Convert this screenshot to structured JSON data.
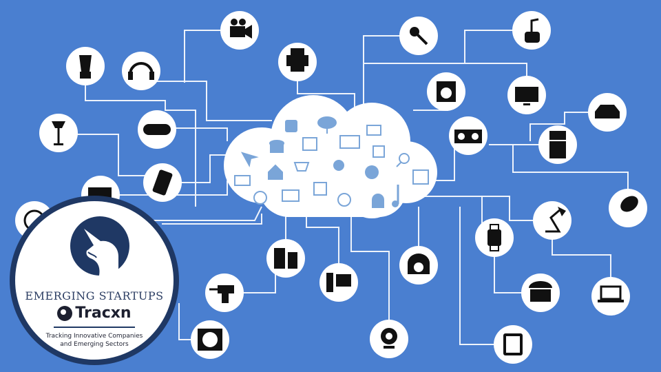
{
  "badge": {
    "headline": "EMERGING STARTUPS",
    "brand": "Tracxn",
    "tagline_line1": "Tracking Innovative Companies",
    "tagline_line2": "and Emerging Sectors"
  },
  "devices": [
    {
      "name": "blender-icon"
    },
    {
      "name": "headphones-icon"
    },
    {
      "name": "video-camera-icon"
    },
    {
      "name": "printer-icon"
    },
    {
      "name": "microphone-icon"
    },
    {
      "name": "vacuum-icon"
    },
    {
      "name": "washing-machine-icon"
    },
    {
      "name": "monitor-icon"
    },
    {
      "name": "car-icon"
    },
    {
      "name": "floor-lamp-icon"
    },
    {
      "name": "gamepad-icon"
    },
    {
      "name": "boombox-icon"
    },
    {
      "name": "refrigerator-icon"
    },
    {
      "name": "mobile-phone-icon"
    },
    {
      "name": "camera-icon"
    },
    {
      "name": "light-bulb-icon"
    },
    {
      "name": "clock-icon"
    },
    {
      "name": "desk-lamp-icon"
    },
    {
      "name": "smartwatch-icon"
    },
    {
      "name": "speakers-icon"
    },
    {
      "name": "scale-icon"
    },
    {
      "name": "desktop-computer-icon"
    },
    {
      "name": "drill-icon"
    },
    {
      "name": "telephone-icon"
    },
    {
      "name": "laptop-icon"
    },
    {
      "name": "fan-icon"
    },
    {
      "name": "webcam-icon"
    },
    {
      "name": "tablet-icon"
    }
  ],
  "cloud_icons": [
    "shopping-bag-icon",
    "download-icon",
    "image-icon",
    "database-icon",
    "touch-screen-icon",
    "monitor-cloud-icon",
    "cursor-icon",
    "edit-icon",
    "home-icon",
    "cart-icon",
    "location-pin-icon",
    "search-icon",
    "chat-icon",
    "calendar-icon",
    "mail-icon",
    "chip-icon",
    "film-icon",
    "ghost-icon",
    "music-note-icon",
    "clock-small-icon",
    "chart-icon"
  ]
}
